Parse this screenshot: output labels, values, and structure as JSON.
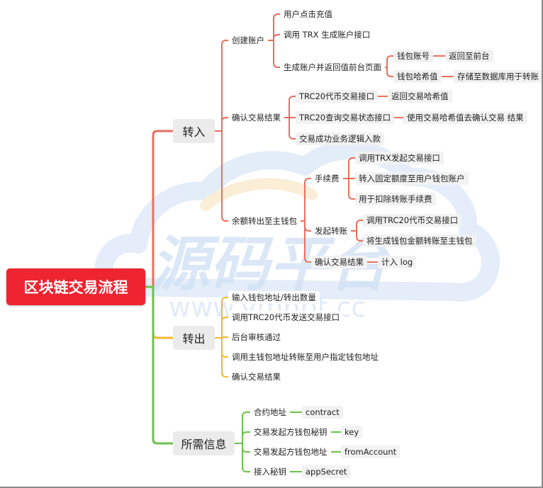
{
  "watermark": {
    "title": "源码平台",
    "url": "www.ymnpt.cc"
  },
  "colors": {
    "red": "#e8705e",
    "orange": "#f1b833",
    "green": "#6cc24a",
    "root": "#ee2430"
  },
  "root": {
    "label": "区块链交易流程"
  },
  "branches": [
    {
      "label": "转入",
      "children": [
        {
          "label": "创建账户",
          "children": [
            {
              "label": "用户点击充值"
            },
            {
              "label": "调用 TRX 生成账户接口"
            },
            {
              "label": "生成账户并返回值前台页面",
              "children": [
                {
                  "label": "钱包账号",
                  "children": [
                    {
                      "label": "返回至前台"
                    }
                  ]
                },
                {
                  "label": "钱包哈希值",
                  "children": [
                    {
                      "label": "存储至数据库用于转账"
                    }
                  ]
                }
              ]
            }
          ]
        },
        {
          "label": "确认交易结果",
          "children": [
            {
              "label": "TRC20代币交易接口",
              "children": [
                {
                  "label": "返回交易哈希值"
                }
              ]
            },
            {
              "label": "TRC20查询交易状态接口",
              "children": [
                {
                  "label": "使用交易哈希值去确认交易 结果"
                }
              ]
            },
            {
              "label": "交易成功业务逻辑入款"
            }
          ]
        },
        {
          "label": "余额转出至主钱包",
          "children": [
            {
              "label": "手续费",
              "children": [
                {
                  "label": "调用TRX发起交易接口"
                },
                {
                  "label": "转入固定额度至用户钱包账户"
                },
                {
                  "label": "用于扣除转账手续费"
                }
              ]
            },
            {
              "label": "发起转账",
              "children": [
                {
                  "label": "调用TRC20代币交易接口"
                },
                {
                  "label": "将生成钱包金额转账至主钱包"
                }
              ]
            },
            {
              "label": "确认交易结果",
              "children": [
                {
                  "label": "计入 log"
                }
              ]
            }
          ]
        }
      ]
    },
    {
      "label": "转出",
      "children": [
        {
          "label": "输入钱包地址/转出数量"
        },
        {
          "label": "调用TRC20代币发送交易接口"
        },
        {
          "label": "后台审核通过"
        },
        {
          "label": "调用主钱包地址转账至用户指定钱包地址"
        },
        {
          "label": "确认交易结果"
        }
      ]
    },
    {
      "label": "所需信息",
      "children": [
        {
          "label": "合约地址",
          "children": [
            {
              "label": "contract"
            }
          ]
        },
        {
          "label": "交易发起方钱包秘钥",
          "children": [
            {
              "label": "key"
            }
          ]
        },
        {
          "label": "交易发起方钱包地址",
          "children": [
            {
              "label": "fromAccount"
            }
          ]
        },
        {
          "label": "接入秘钥",
          "children": [
            {
              "label": "appSecret"
            }
          ]
        }
      ]
    }
  ]
}
